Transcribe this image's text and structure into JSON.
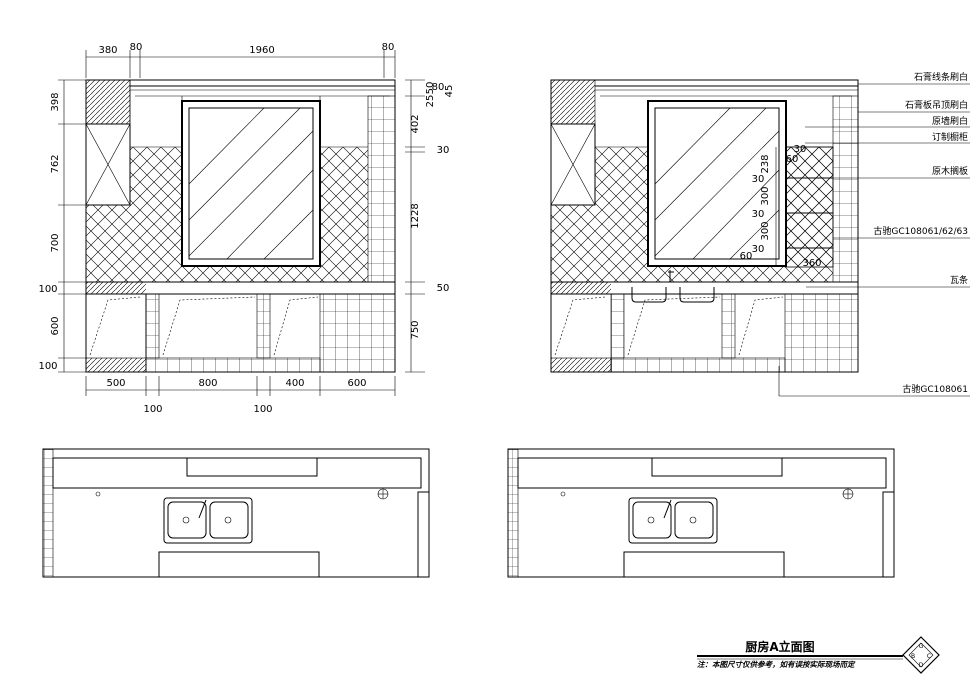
{
  "drawing": {
    "title": "厨房A立面图",
    "note": "注：本图尺寸仅供参考，如有误按实际现场而定"
  },
  "left_elevation": {
    "top_dims": [
      "380",
      "80",
      "1960",
      "80"
    ],
    "left_dims": [
      "398",
      "762",
      "700",
      "100",
      "600",
      "100"
    ],
    "right_dims_a": [
      "80",
      "25",
      "50",
      "45",
      "402",
      "30",
      "1228",
      "50",
      "750"
    ],
    "bottom_dims": [
      "500",
      "800",
      "400",
      "600"
    ],
    "bottom_sub_dims": [
      "100",
      "100"
    ]
  },
  "right_elevation": {
    "inner_dims": [
      "30",
      "60",
      "238",
      "30",
      "300",
      "30",
      "300",
      "30",
      "60",
      "360"
    ],
    "callouts": [
      "石膏线条刷白",
      "石膏板吊顶刷白",
      "原墙刷白",
      "订制橱柜",
      "原木搁板",
      "古驰GC108061/62/63",
      "瓦条",
      "古驰GC108061"
    ]
  },
  "logo": {
    "letters": [
      "G",
      "B",
      "C",
      "D"
    ]
  }
}
